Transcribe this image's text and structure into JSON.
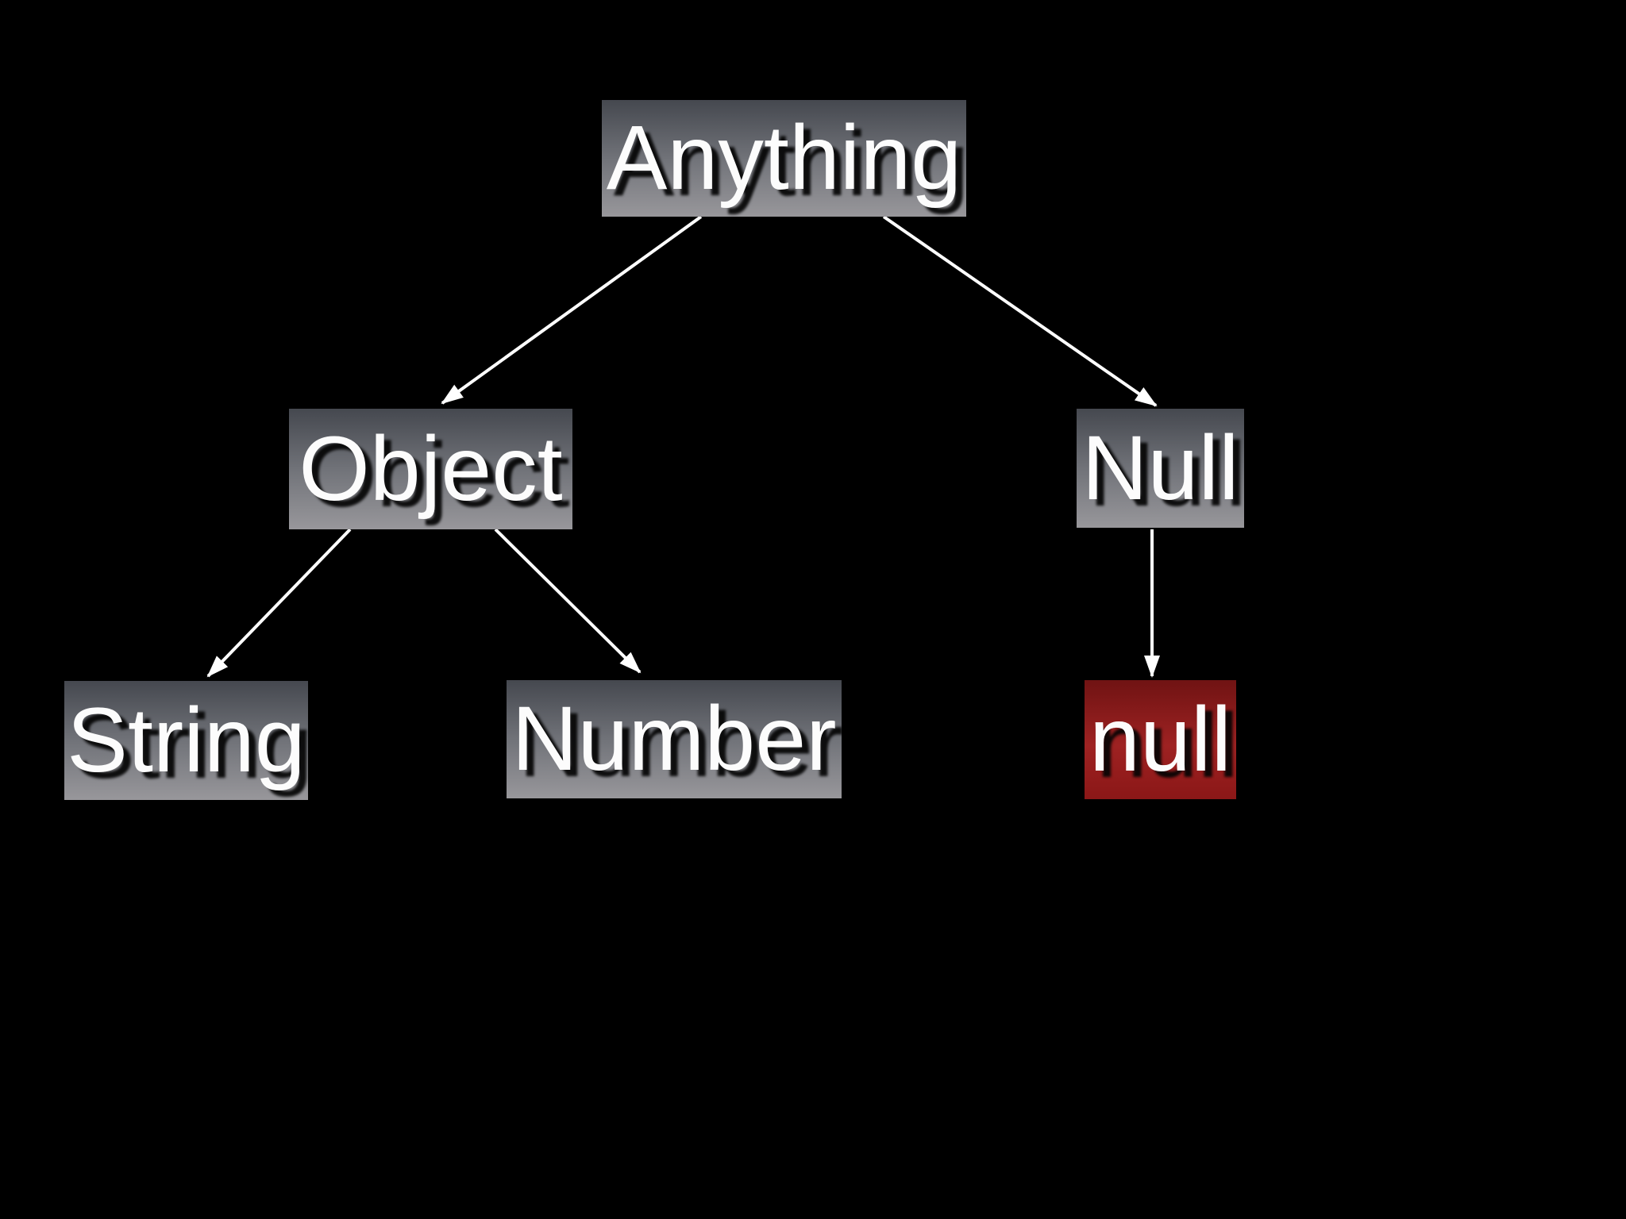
{
  "diagram": {
    "type": "tree",
    "nodes": {
      "anything": {
        "label": "Anything",
        "style": "gray"
      },
      "object": {
        "label": "Object",
        "style": "gray"
      },
      "null_type": {
        "label": "Null",
        "style": "gray"
      },
      "string": {
        "label": "String",
        "style": "gray"
      },
      "number": {
        "label": "Number",
        "style": "gray"
      },
      "null_value": {
        "label": "null",
        "style": "red"
      }
    },
    "edges": [
      {
        "from": "Anything",
        "to": "Object"
      },
      {
        "from": "Anything",
        "to": "Null"
      },
      {
        "from": "Object",
        "to": "String"
      },
      {
        "from": "Object",
        "to": "Number"
      },
      {
        "from": "Null",
        "to": "null"
      }
    ],
    "colors": {
      "background": "#000000",
      "node_gradient_top": "#45484f",
      "node_gradient_bottom": "#98979b",
      "red_node_gradient_top": "#701313",
      "red_node_gradient_bottom": "#8b1717",
      "text": "#fcfcfc",
      "edge": "#ffffff"
    }
  }
}
